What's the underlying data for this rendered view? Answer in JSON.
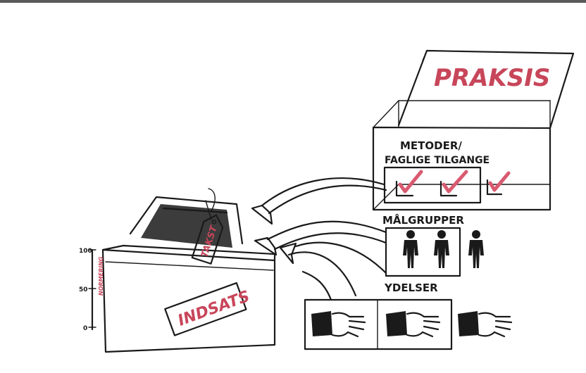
{
  "labels": {
    "praksis": "PRAKSIS",
    "metoder_line1": "METODER/",
    "metoder_line2": "FAGLIGE TILGANGE",
    "malgrupper": "MÅLGRUPPER",
    "ydelser": "YDELSER",
    "indsats": "INDSATS",
    "takst": "TAKST",
    "normering": "NORMERING"
  },
  "scale": {
    "top": "100",
    "mid": "50",
    "bottom": "0"
  },
  "colors": {
    "ink": "#1a1a1a",
    "accent_red": "#c8465a",
    "check_pink": "#d95a70"
  },
  "icons": [
    "checkbox-check-icon",
    "person-icon",
    "hand-icon",
    "arrow-icon",
    "price-tag-icon"
  ]
}
